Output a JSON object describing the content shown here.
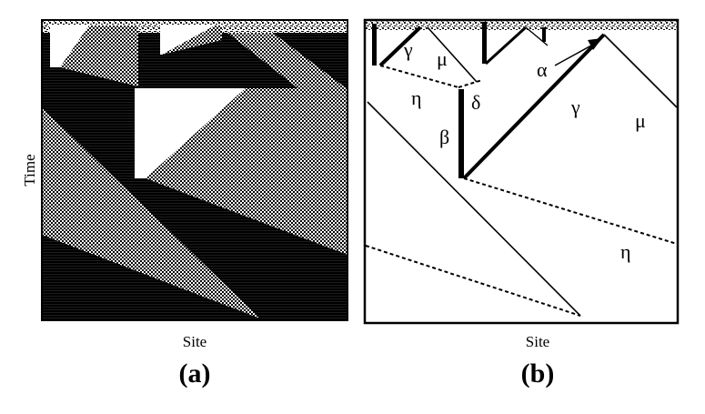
{
  "panels": [
    {
      "x_label": "Site",
      "y_label": "Time",
      "panel_label": "(a)"
    },
    {
      "x_label": "Site",
      "panel_label": "(b)",
      "particle_labels": {
        "gamma_left": "γ",
        "mu_left": "μ",
        "eta_upper": "η",
        "delta": "δ",
        "beta": "β",
        "alpha": "α",
        "gamma_right": "γ",
        "mu_right": "μ",
        "eta_lower": "η"
      }
    }
  ],
  "colors": {
    "background": "#ffffff",
    "ink": "#000000",
    "checker": "#8a8a8a"
  }
}
